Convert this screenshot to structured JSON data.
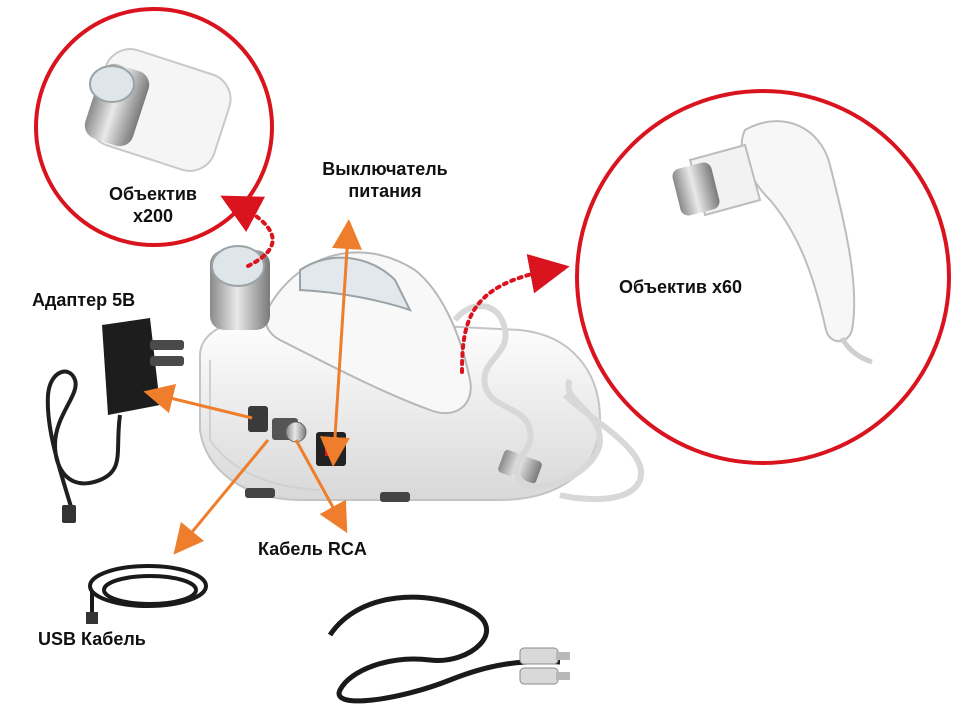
{
  "diagram": {
    "labels": {
      "lens_x200_line1": "Объектив",
      "lens_x200_line2": "x200",
      "power_switch_line1": "Выключатель",
      "power_switch_line2": "питания",
      "lens_x60": "Объектив x60",
      "adapter": "Адаптер 5В",
      "rca_cable": "Кабель RCA",
      "usb_cable": "USB Кабель"
    },
    "icons": [
      "lens-x200-icon",
      "lens-x60-handpiece-icon",
      "device-base-icon",
      "power-adapter-icon",
      "usb-cable-icon",
      "rca-cable-icon"
    ],
    "colors": {
      "callout_circle": "#d9141e",
      "dotted_connector": "#d9141e",
      "pointer_arrow": "#ee7e2b",
      "device_body": "#f2f2f2"
    }
  }
}
